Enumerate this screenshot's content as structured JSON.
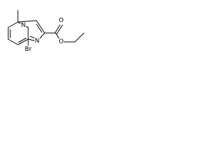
{
  "molecule": {
    "atoms": {
      "bromine": "Br",
      "bridge_nitrogen": "N",
      "ring_nitrogen": "N",
      "carbonyl_oxygen": "O",
      "ester_oxygen": "O"
    }
  },
  "colors": {
    "bond": "#000000",
    "text": "#000000",
    "background": "#ffffff"
  }
}
